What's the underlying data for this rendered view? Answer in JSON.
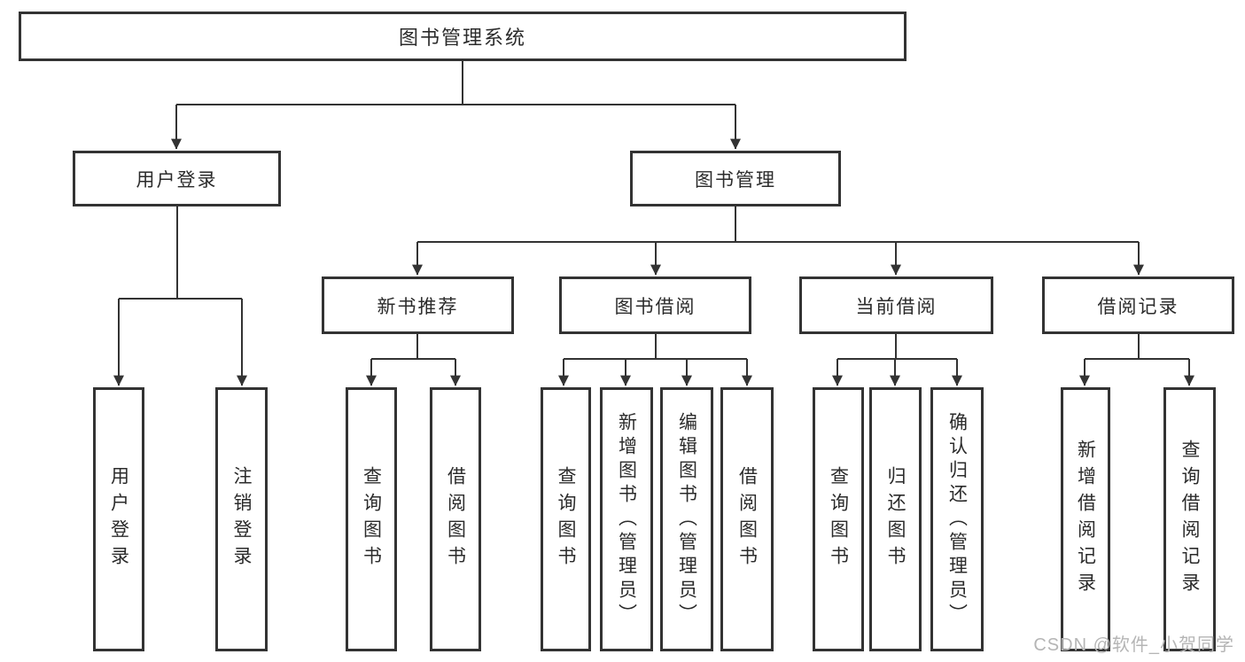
{
  "tree": {
    "label": "图书管理系统",
    "children": [
      {
        "label": "用户登录",
        "children": [
          {
            "label": "用户登录"
          },
          {
            "label": "注销登录"
          }
        ]
      },
      {
        "label": "图书管理",
        "children": [
          {
            "label": "新书推荐",
            "children": [
              {
                "label": "查询图书"
              },
              {
                "label": "借阅图书"
              }
            ]
          },
          {
            "label": "图书借阅",
            "children": [
              {
                "label": "查询图书"
              },
              {
                "label": "新增图书（管理员）"
              },
              {
                "label": "编辑图书（管理员）"
              },
              {
                "label": "借阅图书"
              }
            ]
          },
          {
            "label": "当前借阅",
            "children": [
              {
                "label": "查询图书"
              },
              {
                "label": "归还图书"
              },
              {
                "label": "确认归还（管理员）"
              }
            ]
          },
          {
            "label": "借阅记录",
            "children": [
              {
                "label": "新增借阅记录"
              },
              {
                "label": "查询借阅记录"
              }
            ]
          }
        ]
      }
    ]
  },
  "watermark": "CSDN @软件_小贺同学",
  "colors": {
    "line": "#333333",
    "box_border": "#333333",
    "text": "#2b2b2b",
    "watermark": "#b5b5b5",
    "background": "#ffffff"
  }
}
